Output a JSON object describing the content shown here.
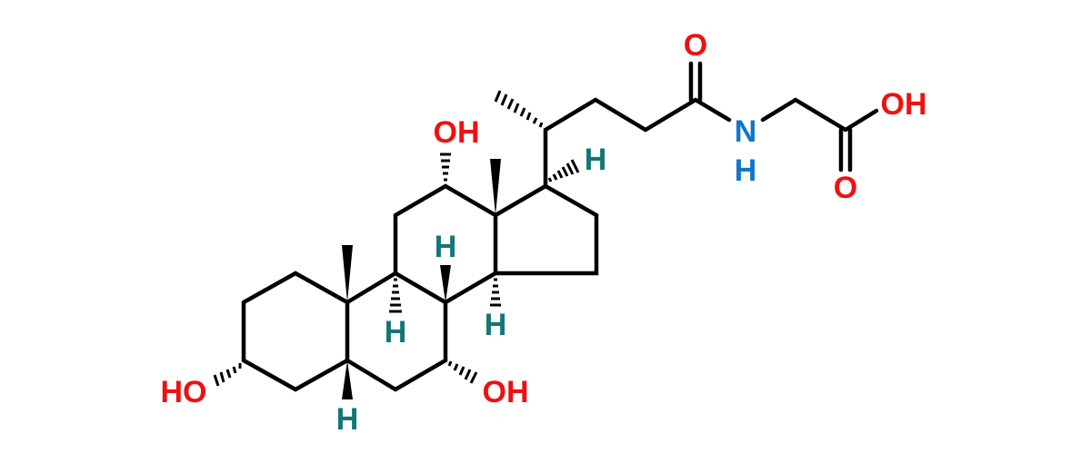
{
  "molecule": {
    "colors": {
      "oxygen": "#ee1111",
      "nitrogen": "#1177cc",
      "stereo_hydrogen": "#117777",
      "bond": "#000000",
      "background": "#ffffff"
    },
    "labels": {
      "ho_c3": "HO",
      "oh_c7": "OH",
      "oh_c12": "OH",
      "h_c5": "H",
      "h_c8": "H",
      "h_c9": "H",
      "h_c14": "H",
      "h_c17": "H",
      "o_amide": "O",
      "n_amide": "N",
      "h_amide": "H",
      "oh_acid": "OH",
      "o_acid": "O"
    }
  }
}
